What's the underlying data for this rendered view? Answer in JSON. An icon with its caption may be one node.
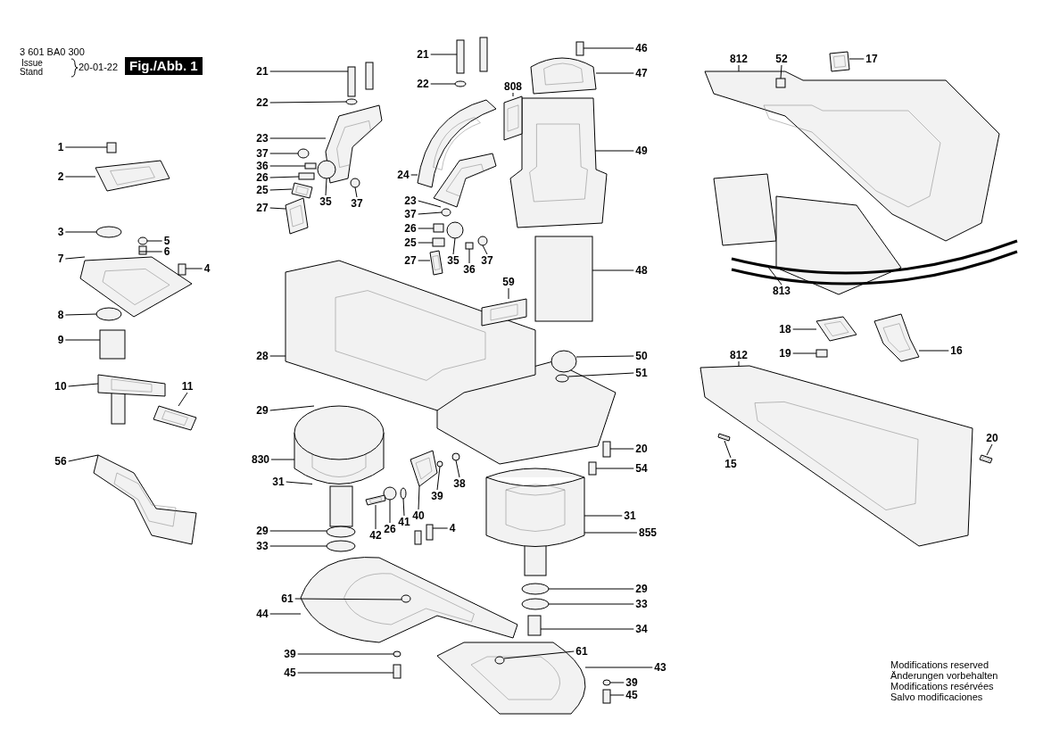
{
  "diagram": {
    "nodes": [
      {
        "text": [
          "1"
        ]
      },
      {
        "text": [
          "2"
        ]
      },
      {
        "text": [
          "3"
        ]
      },
      {
        "text": [
          "5"
        ]
      },
      {
        "text": [
          "6"
        ]
      },
      {
        "text": [
          "4"
        ]
      },
      {
        "text": [
          "7"
        ]
      },
      {
        "text": [
          "8"
        ]
      },
      {
        "text": [
          "9"
        ]
      },
      {
        "text": [
          "10"
        ]
      },
      {
        "text": [
          "11"
        ]
      },
      {
        "text": [
          "56"
        ]
      },
      {
        "text": [
          "21"
        ]
      },
      {
        "text": [
          "22"
        ]
      },
      {
        "text": [
          "23"
        ]
      },
      {
        "text": [
          "37"
        ]
      },
      {
        "text": [
          "36"
        ]
      },
      {
        "text": [
          "26"
        ]
      },
      {
        "text": [
          "25"
        ]
      },
      {
        "text": [
          "27"
        ]
      },
      {
        "text": [
          "35"
        ]
      },
      {
        "text": [
          "37"
        ]
      },
      {
        "text": [
          "28"
        ]
      },
      {
        "text": [
          "29"
        ]
      },
      {
        "text": [
          "830"
        ]
      },
      {
        "text": [
          "31"
        ]
      },
      {
        "text": [
          "29"
        ]
      },
      {
        "text": [
          "33"
        ]
      },
      {
        "text": [
          "44"
        ]
      },
      {
        "text": [
          "61"
        ]
      },
      {
        "text": [
          "39"
        ]
      },
      {
        "text": [
          "45"
        ]
      },
      {
        "text": [
          "21"
        ]
      },
      {
        "text": [
          "22"
        ]
      },
      {
        "text": [
          "24"
        ]
      },
      {
        "text": [
          "23"
        ]
      },
      {
        "text": [
          "37"
        ]
      },
      {
        "text": [
          "26"
        ]
      },
      {
        "text": [
          "25"
        ]
      },
      {
        "text": [
          "27"
        ]
      },
      {
        "text": [
          "35"
        ]
      },
      {
        "text": [
          "36"
        ]
      },
      {
        "text": [
          "37"
        ]
      },
      {
        "text": [
          "808"
        ]
      },
      {
        "text": [
          "59"
        ]
      },
      {
        "text": [
          "40"
        ]
      },
      {
        "text": [
          "41"
        ]
      },
      {
        "text": [
          "26"
        ]
      },
      {
        "text": [
          "42"
        ]
      },
      {
        "text": [
          "39"
        ]
      },
      {
        "text": [
          "38"
        ]
      },
      {
        "text": [
          "4"
        ]
      },
      {
        "text": [
          "46"
        ]
      },
      {
        "text": [
          "47"
        ]
      },
      {
        "text": [
          "49"
        ]
      },
      {
        "text": [
          "48"
        ]
      },
      {
        "text": [
          "50"
        ]
      },
      {
        "text": [
          "51"
        ]
      },
      {
        "text": [
          "20"
        ]
      },
      {
        "text": [
          "54"
        ]
      },
      {
        "text": [
          "31"
        ]
      },
      {
        "text": [
          "855"
        ]
      },
      {
        "text": [
          "29"
        ]
      },
      {
        "text": [
          "33"
        ]
      },
      {
        "text": [
          "34"
        ]
      },
      {
        "text": [
          "61"
        ]
      },
      {
        "text": [
          "43"
        ]
      },
      {
        "text": [
          "39"
        ]
      },
      {
        "text": [
          "45"
        ]
      },
      {
        "text": [
          "812"
        ]
      },
      {
        "text": [
          "52"
        ]
      },
      {
        "text": [
          "17"
        ]
      },
      {
        "text": [
          "813"
        ]
      },
      {
        "text": [
          "18"
        ]
      },
      {
        "text": [
          "19"
        ]
      },
      {
        "text": [
          "16"
        ]
      },
      {
        "text": [
          "812"
        ]
      },
      {
        "text": [
          "15"
        ]
      },
      {
        "text": [
          "20"
        ]
      },
      {
        "text": [],
        "shape": "box"
      },
      {
        "text": [],
        "shape": "picture"
      },
      {
        "text": [],
        "shape": "circle"
      },
      {
        "text": [],
        "shape": "circle"
      },
      {
        "text": [],
        "shape": "box"
      },
      {
        "text": [],
        "shape": "box"
      },
      {
        "text": [],
        "shape": "picture"
      },
      {
        "text": [],
        "shape": "circle"
      },
      {
        "text": [],
        "shape": "box"
      },
      {
        "text": [],
        "shape": "picture"
      },
      {
        "text": [],
        "shape": "picture"
      },
      {
        "text": [],
        "shape": "picture"
      },
      {
        "text": [],
        "shape": "box"
      },
      {
        "text": [],
        "shape": "circle"
      },
      {
        "text": [],
        "shape": "picture"
      },
      {
        "text": [],
        "shape": "circle"
      },
      {
        "text": [],
        "shape": "box"
      },
      {
        "text": [],
        "shape": "box"
      },
      {
        "text": [],
        "shape": "picture"
      },
      {
        "text": [],
        "shape": "picture"
      },
      {
        "text": [],
        "shape": "circle"
      },
      {
        "text": [],
        "shape": "circle"
      },
      {
        "text": [],
        "shape": "picture"
      },
      {
        "text": [],
        "shape": "circle"
      },
      {
        "text": [],
        "shape": "picture"
      },
      {
        "text": [],
        "shape": "circle"
      },
      {
        "text": [],
        "shape": "circle"
      },
      {
        "text": [],
        "shape": "picture"
      },
      {
        "text": [],
        "shape": "circle",
        "in": 106
      },
      {
        "text": [],
        "shape": "circle"
      },
      {
        "text": [],
        "shape": "box"
      },
      {
        "text": [],
        "shape": "box"
      },
      {
        "text": [],
        "shape": "circle"
      },
      {
        "text": [],
        "shape": "picture"
      },
      {
        "text": [],
        "shape": "picture"
      },
      {
        "text": [],
        "shape": "circle"
      },
      {
        "text": [],
        "shape": "box"
      },
      {
        "text": [],
        "shape": "box"
      },
      {
        "text": [],
        "shape": "picture"
      },
      {
        "text": [],
        "shape": "circle"
      },
      {
        "text": [],
        "shape": "box"
      },
      {
        "text": [],
        "shape": "circle"
      },
      {
        "text": [],
        "shape": "picture"
      },
      {
        "text": [],
        "shape": "picture"
      },
      {
        "text": [],
        "shape": "picture"
      },
      {
        "text": [],
        "shape": "circle"
      },
      {
        "text": [],
        "shape": "circle"
      },
      {
        "text": [],
        "shape": "picture"
      },
      {
        "text": [],
        "shape": "circle"
      },
      {
        "text": [],
        "shape": "circle"
      },
      {
        "text": [],
        "shape": "box"
      },
      {
        "text": [],
        "shape": "box"
      },
      {
        "text": [],
        "shape": "picture"
      },
      {
        "text": [],
        "shape": "picture"
      },
      {
        "text": [],
        "shape": "box"
      },
      {
        "text": [],
        "shape": "circle"
      },
      {
        "text": [],
        "shape": "circle"
      },
      {
        "text": [],
        "shape": "box"
      },
      {
        "text": [],
        "shape": "box"
      },
      {
        "text": [],
        "shape": "picture"
      },
      {
        "text": [],
        "shape": "circle"
      },
      {
        "text": [],
        "shape": "circle"
      },
      {
        "text": [],
        "shape": "box"
      },
      {
        "text": [],
        "shape": "picture"
      },
      {
        "text": [],
        "shape": "circle",
        "in": 142
      },
      {
        "text": [],
        "shape": "circle"
      },
      {
        "text": [],
        "shape": "box"
      },
      {
        "text": [],
        "shape": "picture"
      },
      {
        "text": [],
        "shape": "box",
        "in": 146
      },
      {
        "text": [],
        "shape": "picture"
      },
      {
        "text": [],
        "shape": "picture"
      },
      {
        "text": [],
        "shape": "picture"
      },
      {
        "text": [],
        "shape": "box"
      },
      {
        "text": [],
        "shape": "picture"
      },
      {
        "text": [],
        "shape": "picture"
      },
      {
        "text": [],
        "shape": "picture"
      },
      {
        "text": [],
        "shape": "picture"
      }
    ],
    "edges": [
      {
        "from": 0,
        "to": 79,
        "arrow": "none"
      },
      {
        "from": 1,
        "to": 80,
        "arrow": "none"
      },
      {
        "from": 2,
        "to": 81,
        "arrow": "none"
      },
      {
        "from": 3,
        "to": 82,
        "arrow": "none"
      },
      {
        "from": 4,
        "to": 83,
        "arrow": "none"
      },
      {
        "from": 5,
        "to": 84,
        "arrow": "none"
      },
      {
        "from": 6,
        "to": 85,
        "arrow": "none"
      },
      {
        "from": 7,
        "to": 86,
        "arrow": "none"
      },
      {
        "from": 8,
        "to": 87,
        "arrow": "none"
      },
      {
        "from": 9,
        "to": 88,
        "arrow": "none"
      },
      {
        "from": 10,
        "to": 89,
        "arrow": "none"
      },
      {
        "from": 11,
        "to": 90,
        "arrow": "none"
      },
      {
        "from": 12,
        "to": 91,
        "arrow": "none"
      },
      {
        "from": 13,
        "to": 92,
        "arrow": "none"
      },
      {
        "from": 14,
        "to": 93,
        "arrow": "none"
      },
      {
        "from": 15,
        "to": 94,
        "arrow": "none"
      },
      {
        "from": 16,
        "to": 95,
        "arrow": "none"
      },
      {
        "from": 17,
        "to": 96,
        "arrow": "none"
      },
      {
        "from": 18,
        "to": 97,
        "arrow": "none"
      },
      {
        "from": 19,
        "to": 98,
        "arrow": "none"
      },
      {
        "from": 20,
        "to": 99,
        "arrow": "none"
      },
      {
        "from": 21,
        "to": 100,
        "arrow": "none"
      },
      {
        "from": 22,
        "to": 101,
        "arrow": "none"
      },
      {
        "from": 23,
        "to": 102,
        "arrow": "none"
      },
      {
        "from": 24,
        "to": 103,
        "arrow": "none"
      },
      {
        "from": 25,
        "to": 103,
        "arrow": "none"
      },
      {
        "from": 26,
        "to": 104,
        "arrow": "none"
      },
      {
        "from": 27,
        "to": 105,
        "arrow": "none"
      },
      {
        "from": 28,
        "to": 106,
        "arrow": "none"
      },
      {
        "from": 29,
        "to": 107,
        "arrow": "none"
      },
      {
        "from": 30,
        "to": 108,
        "arrow": "none"
      },
      {
        "from": 31,
        "to": 109,
        "arrow": "none"
      },
      {
        "from": 32,
        "to": 110,
        "arrow": "none"
      },
      {
        "from": 33,
        "to": 111,
        "arrow": "none"
      },
      {
        "from": 34,
        "to": 112,
        "arrow": "none"
      },
      {
        "from": 35,
        "to": 113,
        "arrow": "none"
      },
      {
        "from": 36,
        "to": 114,
        "arrow": "none"
      },
      {
        "from": 37,
        "to": 115,
        "arrow": "none"
      },
      {
        "from": 38,
        "to": 116,
        "arrow": "none"
      },
      {
        "from": 39,
        "to": 117,
        "arrow": "none"
      },
      {
        "from": 40,
        "to": 118,
        "arrow": "none"
      },
      {
        "from": 41,
        "to": 119,
        "arrow": "none"
      },
      {
        "from": 42,
        "to": 120,
        "arrow": "none"
      },
      {
        "from": 43,
        "to": 121,
        "arrow": "none"
      },
      {
        "from": 44,
        "to": 122,
        "arrow": "none"
      },
      {
        "from": 45,
        "to": 123,
        "arrow": "none"
      },
      {
        "from": 46,
        "to": 124,
        "arrow": "none"
      },
      {
        "from": 47,
        "to": 125,
        "arrow": "none"
      },
      {
        "from": 48,
        "to": 126,
        "arrow": "none"
      },
      {
        "from": 49,
        "to": 127,
        "arrow": "none"
      },
      {
        "from": 50,
        "to": 128,
        "arrow": "none"
      },
      {
        "from": 51,
        "to": 129,
        "arrow": "none"
      },
      {
        "from": 52,
        "to": 130,
        "arrow": "none"
      },
      {
        "from": 53,
        "to": 131,
        "arrow": "none"
      },
      {
        "from": 54,
        "to": 132,
        "arrow": "none"
      },
      {
        "from": 55,
        "to": 133,
        "arrow": "none"
      },
      {
        "from": 56,
        "to": 134,
        "arrow": "none"
      },
      {
        "from": 57,
        "to": 135,
        "arrow": "none"
      },
      {
        "from": 58,
        "to": 136,
        "arrow": "none"
      },
      {
        "from": 59,
        "to": 137,
        "arrow": "none"
      },
      {
        "from": 60,
        "to": 138,
        "arrow": "none"
      },
      {
        "from": 61,
        "to": 138,
        "arrow": "none"
      },
      {
        "from": 62,
        "to": 139,
        "arrow": "none"
      },
      {
        "from": 63,
        "to": 140,
        "arrow": "none"
      },
      {
        "from": 64,
        "to": 141,
        "arrow": "none"
      },
      {
        "from": 65,
        "to": 143,
        "arrow": "none"
      },
      {
        "from": 66,
        "to": 142,
        "arrow": "none"
      },
      {
        "from": 67,
        "to": 144,
        "arrow": "none"
      },
      {
        "from": 68,
        "to": 145,
        "arrow": "none"
      },
      {
        "from": 69,
        "to": 146,
        "arrow": "none"
      },
      {
        "from": 70,
        "to": 147,
        "arrow": "none"
      },
      {
        "from": 71,
        "to": 148,
        "arrow": "none"
      },
      {
        "from": 72,
        "to": 149,
        "arrow": "none"
      },
      {
        "from": 73,
        "to": 150,
        "arrow": "none"
      },
      {
        "from": 74,
        "to": 151,
        "arrow": "none"
      },
      {
        "from": 75,
        "to": 152,
        "arrow": "none"
      },
      {
        "from": 76,
        "to": 153,
        "arrow": "none"
      },
      {
        "from": 77,
        "to": 154,
        "arrow": "none"
      },
      {
        "from": 78,
        "to": 155,
        "arrow": "none"
      }
    ],
    "labels": [
      "3 601 BA0 300",
      "Issue",
      "Stand",
      "20-01-22",
      "Fig./Abb. 1",
      "Modifications reserved",
      "Änderungen vorbehalten",
      "Modifications resérvées",
      "Salvo modificaciones"
    ]
  }
}
